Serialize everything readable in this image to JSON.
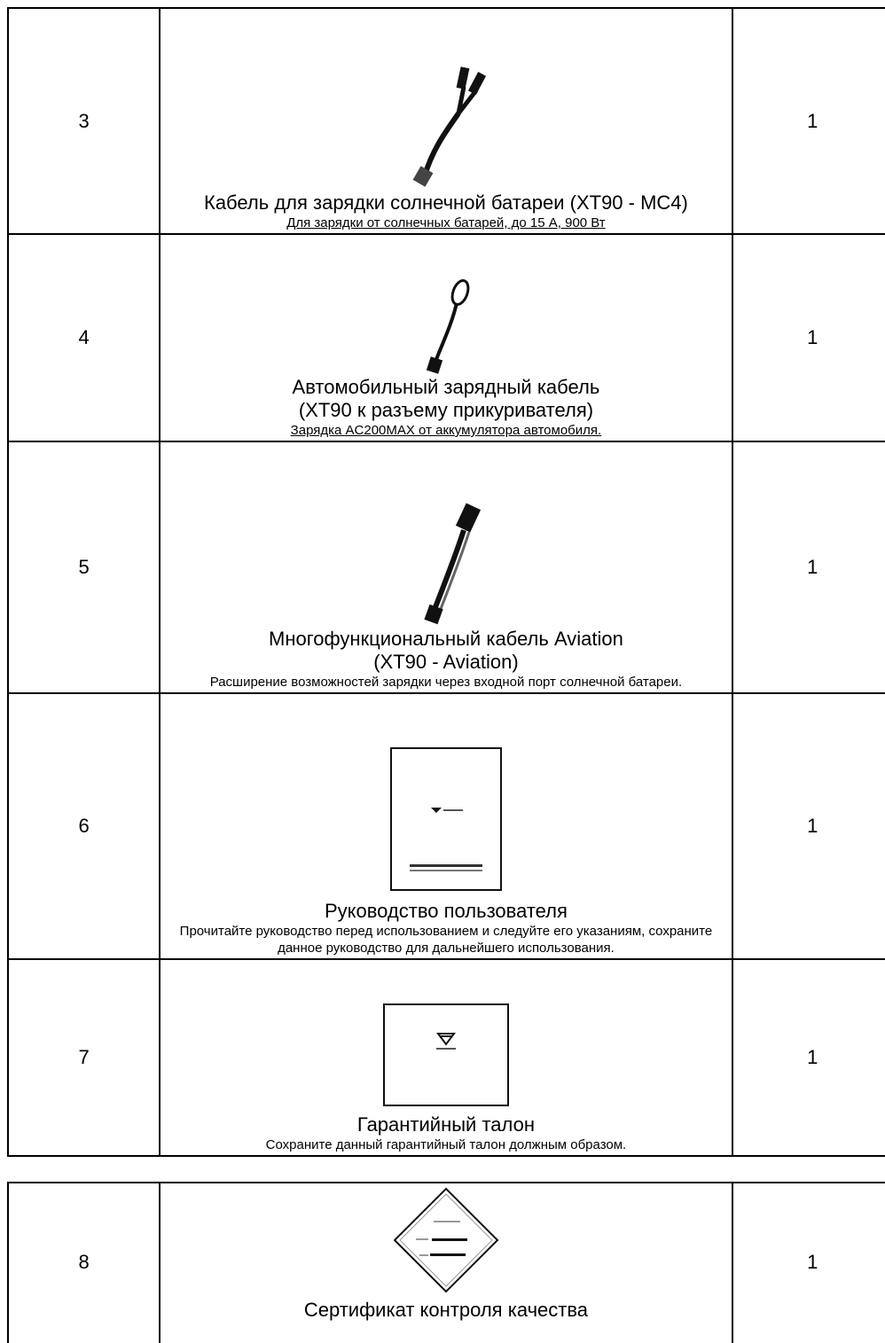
{
  "rows": [
    {
      "num": "3",
      "title": "Кабель для зарядки солнечной батареи (XT90 - MC4)",
      "desc": "Для зарядки от солнечных батарей, до 15 А, 900 Вт",
      "qty": "1",
      "icon": "mc4-cable-icon"
    },
    {
      "num": "4",
      "title_line1": "Автомобильный зарядный кабель",
      "title_line2": "(XT90 к разъему прикуривателя)",
      "desc": "Зарядка AC200MAX от аккумулятора автомобиля.",
      "qty": "1",
      "icon": "car-charging-cable-icon"
    },
    {
      "num": "5",
      "title_line1": "Многофункциональный кабель Aviation",
      "title_line2": "(XT90 - Aviation)",
      "desc": "Расширение возможностей зарядки через входной порт солнечной батареи.",
      "qty": "1",
      "icon": "aviation-cable-icon"
    },
    {
      "num": "6",
      "title": "Руководство пользователя",
      "desc": "Прочитайте руководство перед использованием и следуйте его указаниям, сохраните данное руководство для дальнейшего использования.",
      "qty": "1",
      "icon": "user-manual-icon"
    },
    {
      "num": "7",
      "title": "Гарантийный талон",
      "desc": "Сохраните данный гарантийный талон должным образом.",
      "qty": "1",
      "icon": "warranty-card-icon"
    }
  ],
  "row8": {
    "num": "8",
    "title": "Сертификат контроля качества",
    "qty": "1",
    "icon": "quality-certificate-icon"
  }
}
